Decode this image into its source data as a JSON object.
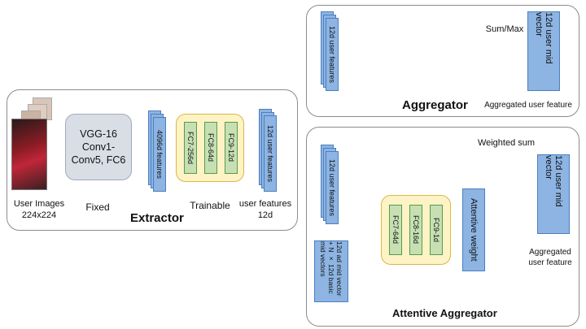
{
  "extractor": {
    "title": "Extractor",
    "input_label": "User Images\n224x224",
    "vgg_box": "VGG-16\nConv1-\nConv5, FC6",
    "fixed_label": "Fixed",
    "features_4096": "4096d features",
    "fc_layers": [
      "FC7-256d",
      "FC8-64d",
      "FC9-12d"
    ],
    "trainable_label": "Trainable",
    "features_12d": "12d user features",
    "output_label": "user features\n12d"
  },
  "aggregator": {
    "title": "Aggregator",
    "input": "12d user features",
    "op_label": "Sum/Max",
    "output": "12d user mid vector",
    "caption": "Aggregated user feature"
  },
  "attentive": {
    "title": "Attentive Aggregator",
    "input": "12d user features",
    "op_label": "Weighted sum",
    "fc_layers": [
      "FC7-64d",
      "FC8-16d",
      "FC9-1d"
    ],
    "weight_box": "Attentive weight",
    "output": "12d user mid vector",
    "caption": "Aggregated\nuser feature",
    "context_input": "12d ad mid vector + N × 12d basic mid vectors"
  },
  "colors": {
    "arrow": "#f4a582",
    "feature_block": "#8db4e2",
    "fc_block": "#c6e0b4",
    "trainable_bg": "#fdf3c4",
    "fixed_bg": "#d9dde6"
  }
}
